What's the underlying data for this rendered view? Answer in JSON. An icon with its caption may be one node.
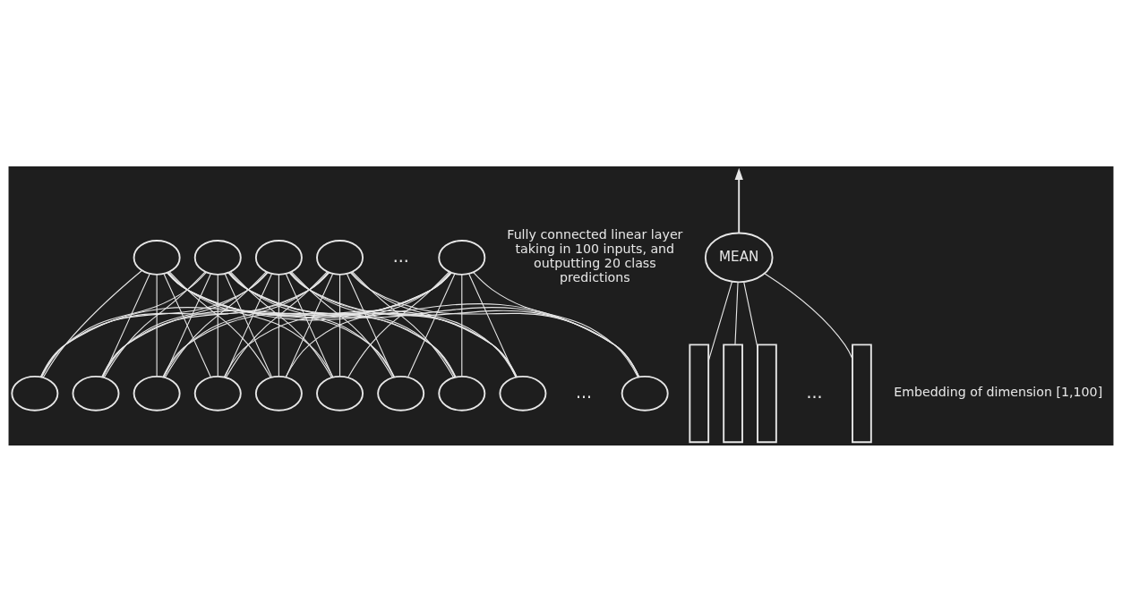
{
  "diagram": {
    "nodes": [
      {
        "text": [],
        "shape": "circle"
      },
      {
        "text": [],
        "shape": "circle"
      },
      {
        "text": [],
        "shape": "circle"
      },
      {
        "text": [],
        "shape": "circle"
      },
      {
        "text": [],
        "shape": "circle"
      },
      {
        "text": [],
        "shape": "circle"
      },
      {
        "text": [],
        "shape": "circle"
      },
      {
        "text": [],
        "shape": "circle"
      },
      {
        "text": [],
        "shape": "circle"
      },
      {
        "text": [],
        "shape": "circle"
      },
      {
        "text": [],
        "shape": "circle"
      },
      {
        "text": [],
        "shape": "circle"
      },
      {
        "text": [],
        "shape": "circle"
      },
      {
        "text": [],
        "shape": "circle"
      },
      {
        "text": [],
        "shape": "circle"
      },
      {
        "text": [
          "MEAN"
        ]
      },
      {
        "text": [],
        "shape": "bar"
      },
      {
        "text": [],
        "shape": "bar"
      },
      {
        "text": [],
        "shape": "bar"
      },
      {
        "text": [],
        "shape": "bar"
      }
    ],
    "edges": [
      {
        "from": 5,
        "to": 0,
        "arrow": "none"
      },
      {
        "from": 5,
        "to": 1,
        "arrow": "none"
      },
      {
        "from": 5,
        "to": 2,
        "arrow": "none"
      },
      {
        "from": 5,
        "to": 3,
        "arrow": "none"
      },
      {
        "from": 5,
        "to": 4,
        "arrow": "none"
      },
      {
        "from": 6,
        "to": 0,
        "arrow": "none"
      },
      {
        "from": 6,
        "to": 1,
        "arrow": "none"
      },
      {
        "from": 6,
        "to": 2,
        "arrow": "none"
      },
      {
        "from": 6,
        "to": 3,
        "arrow": "none"
      },
      {
        "from": 6,
        "to": 4,
        "arrow": "none"
      },
      {
        "from": 7,
        "to": 0,
        "arrow": "none"
      },
      {
        "from": 7,
        "to": 1,
        "arrow": "none"
      },
      {
        "from": 7,
        "to": 2,
        "arrow": "none"
      },
      {
        "from": 7,
        "to": 3,
        "arrow": "none"
      },
      {
        "from": 7,
        "to": 4,
        "arrow": "none"
      },
      {
        "from": 8,
        "to": 0,
        "arrow": "none"
      },
      {
        "from": 8,
        "to": 1,
        "arrow": "none"
      },
      {
        "from": 8,
        "to": 2,
        "arrow": "none"
      },
      {
        "from": 8,
        "to": 3,
        "arrow": "none"
      },
      {
        "from": 8,
        "to": 4,
        "arrow": "none"
      },
      {
        "from": 9,
        "to": 0,
        "arrow": "none"
      },
      {
        "from": 9,
        "to": 1,
        "arrow": "none"
      },
      {
        "from": 9,
        "to": 2,
        "arrow": "none"
      },
      {
        "from": 9,
        "to": 3,
        "arrow": "none"
      },
      {
        "from": 9,
        "to": 4,
        "arrow": "none"
      },
      {
        "from": 10,
        "to": 0,
        "arrow": "none"
      },
      {
        "from": 10,
        "to": 1,
        "arrow": "none"
      },
      {
        "from": 10,
        "to": 2,
        "arrow": "none"
      },
      {
        "from": 10,
        "to": 3,
        "arrow": "none"
      },
      {
        "from": 10,
        "to": 4,
        "arrow": "none"
      },
      {
        "from": 11,
        "to": 0,
        "arrow": "none"
      },
      {
        "from": 11,
        "to": 1,
        "arrow": "none"
      },
      {
        "from": 11,
        "to": 2,
        "arrow": "none"
      },
      {
        "from": 11,
        "to": 3,
        "arrow": "none"
      },
      {
        "from": 11,
        "to": 4,
        "arrow": "none"
      },
      {
        "from": 12,
        "to": 0,
        "arrow": "none"
      },
      {
        "from": 12,
        "to": 1,
        "arrow": "none"
      },
      {
        "from": 12,
        "to": 2,
        "arrow": "none"
      },
      {
        "from": 12,
        "to": 3,
        "arrow": "none"
      },
      {
        "from": 12,
        "to": 4,
        "arrow": "none"
      },
      {
        "from": 13,
        "to": 0,
        "arrow": "none"
      },
      {
        "from": 13,
        "to": 1,
        "arrow": "none"
      },
      {
        "from": 13,
        "to": 2,
        "arrow": "none"
      },
      {
        "from": 13,
        "to": 3,
        "arrow": "none"
      },
      {
        "from": 13,
        "to": 4,
        "arrow": "none"
      },
      {
        "from": 14,
        "to": 0,
        "arrow": "none"
      },
      {
        "from": 14,
        "to": 1,
        "arrow": "none"
      },
      {
        "from": 14,
        "to": 2,
        "arrow": "none"
      },
      {
        "from": 14,
        "to": 3,
        "arrow": "none"
      },
      {
        "from": 14,
        "to": 4,
        "arrow": "none"
      },
      {
        "from": 15,
        "to": null,
        "arrow": "to"
      },
      {
        "from": 16,
        "to": 15,
        "arrow": "none"
      },
      {
        "from": 17,
        "to": 15,
        "arrow": "none"
      },
      {
        "from": 18,
        "to": 15,
        "arrow": "none"
      },
      {
        "from": 19,
        "to": 15,
        "arrow": "none"
      }
    ],
    "labels": [
      "...",
      "Fully connected linear layer taking in 100 inputs, and outputting 20 class predictions",
      "...",
      "...",
      "Embedding of dimension [1,100]"
    ]
  }
}
